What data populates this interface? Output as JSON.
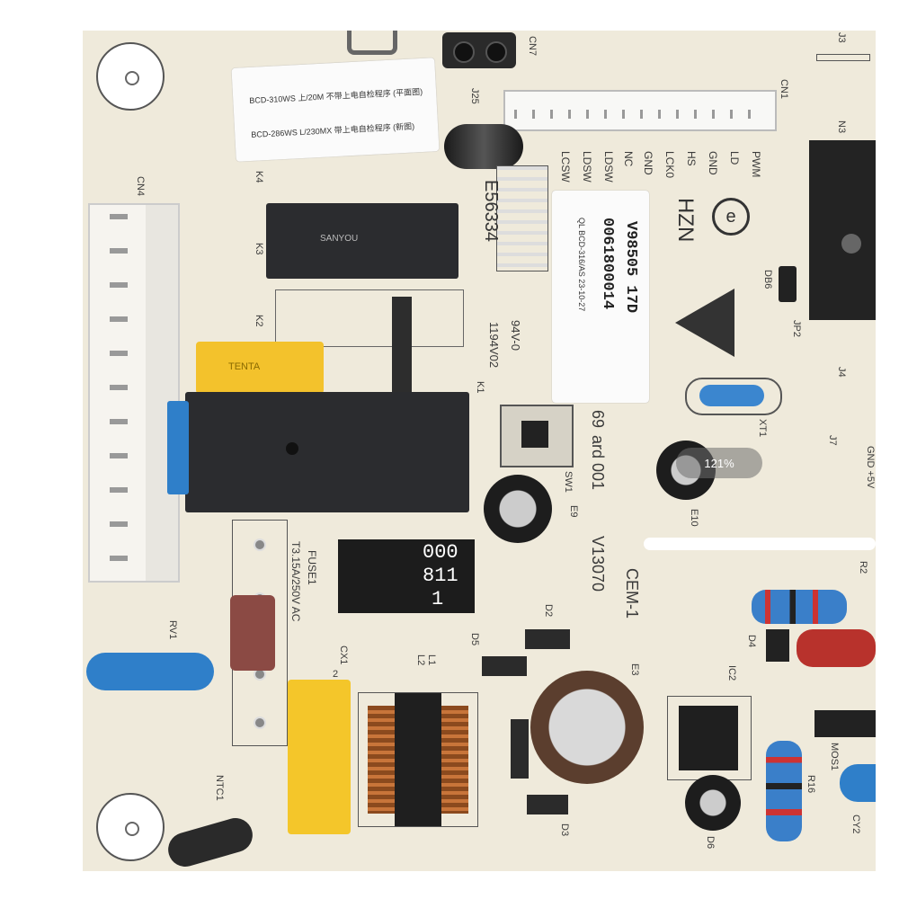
{
  "zoom": {
    "label": "121%"
  },
  "stickers": {
    "top_line1": "BCD-310WS 上/20M 不带上电自检程序 (平面图)",
    "top_line2": "BCD-286WS L/230MX 带上电自检程序 (新图)",
    "center_line1": "V98505 17D",
    "center_line2": "0061800014",
    "center_line3": "QL BCD-316/AS 23-10-27"
  },
  "silkscreen": {
    "cn4": "CN4",
    "cn7": "CN7",
    "cn1": "CN1",
    "j25": "J25",
    "j3": "J3",
    "k4": "K4",
    "k3": "K3",
    "k2": "K2",
    "k1": "K1",
    "e56334": "E56334",
    "pins": [
      "PWM",
      "LD",
      "GND",
      "HS",
      "LCK0",
      "GND",
      "NC",
      "LDSW",
      "LDSW",
      "LCSW"
    ],
    "hzn": "HZN",
    "v94": "94V-0",
    "v1194": "1194V02",
    "ard": "ard 001",
    "n69": "69",
    "sw1": "SW1",
    "e9": "E9",
    "v13070": "V13070",
    "cem": "CEM-1",
    "fuse1": "FUSE1",
    "fuse2": "T3.15A/250V AC",
    "rv1": "RV1",
    "cx1": "CX1",
    "cx2": "2",
    "l2": "L2",
    "l1": "L1",
    "ntc1": "NTC1",
    "d5": "D5",
    "d2": "D2",
    "d3": "D3",
    "d4": "D4",
    "d6": "D6",
    "e3": "E3",
    "ic2": "IC2",
    "r16": "R16",
    "mos1": "MOS1",
    "cy2": "CY2",
    "xt1": "XT1",
    "e10": "E10",
    "jp2": "JP2",
    "db6": "DB6",
    "j7": "J7",
    "j4": "J4",
    "r2": "R2",
    "gnd5v": "GND +5V",
    "n3": "N3",
    "ic_top": "000",
    "ic_mid": "811",
    "ic_bot": "1",
    "tenta": "TENTA",
    "relay_brand": "SANYOU"
  },
  "colors": {
    "board": "#efeadb",
    "relay": "#2b2c2f",
    "yellow": "#f4c62a",
    "blue": "#2f7fc9"
  }
}
